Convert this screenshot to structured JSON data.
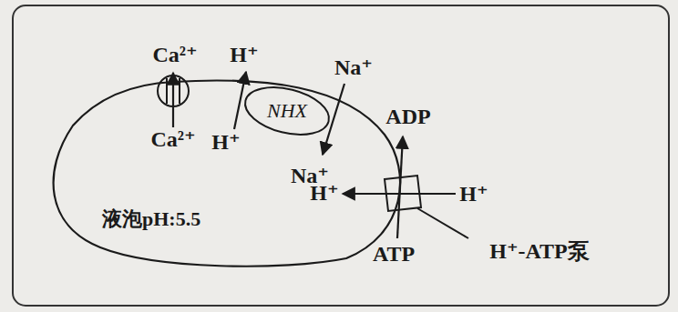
{
  "diagram": {
    "nodes": [
      {
        "text": [
          "液泡pH:5.5"
        ]
      },
      {
        "text": [
          "NHX"
        ]
      }
    ],
    "labels": [
      "Ca²⁺",
      "H⁺",
      "Na⁺",
      "Ca²⁺",
      "H⁺",
      "Na⁺",
      "ADP",
      "H⁺",
      "H⁺",
      "ATP",
      "H⁺-ATP泵"
    ]
  }
}
